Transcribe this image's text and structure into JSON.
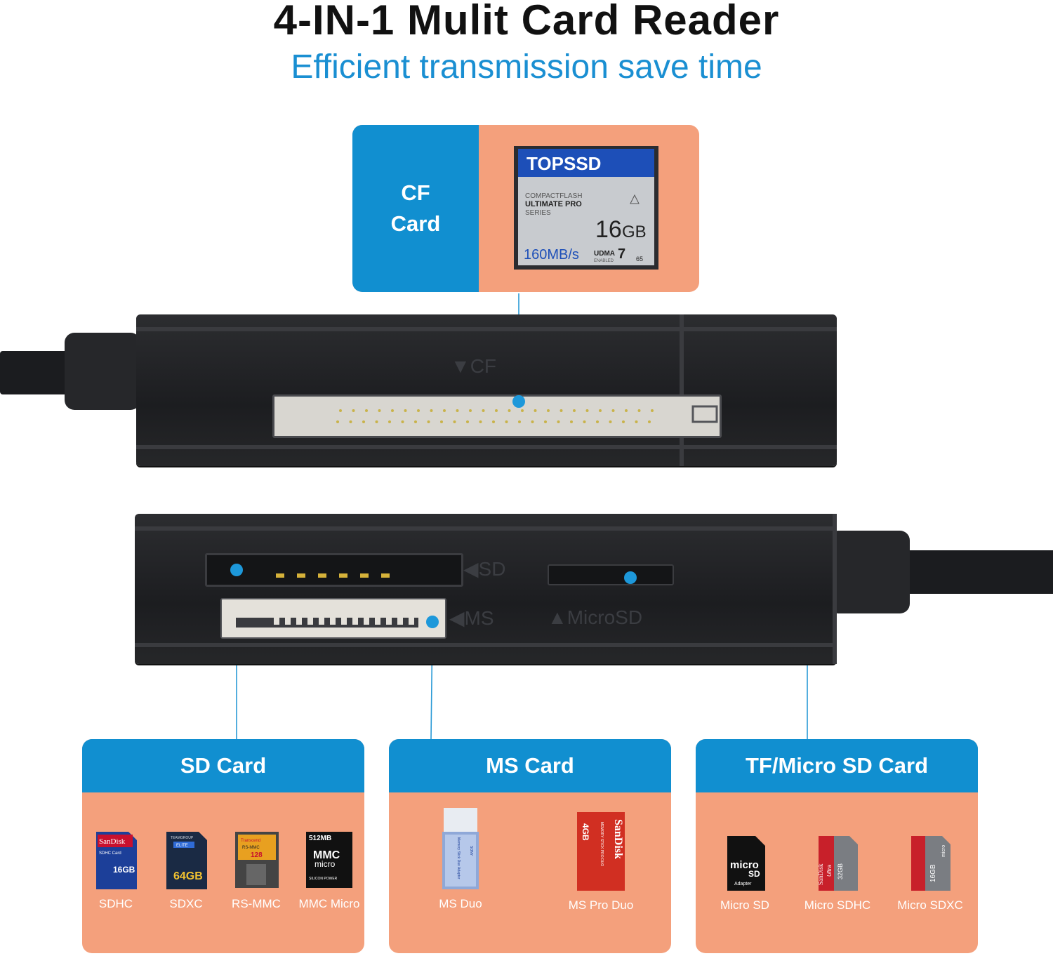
{
  "header": {
    "title": "4-IN-1 Mulit Card Reader",
    "subtitle": "Efficient transmission save time"
  },
  "cf_callout": {
    "label": "CF\nCard",
    "card": {
      "brand": "TOPSSD",
      "line1": "COMPACTFLASH",
      "line2": "ULTIMATE PRO",
      "line3": "SERIES",
      "capacity": "16",
      "capacity_unit": "GB",
      "speed": "160MB/s",
      "udma": "UDMA",
      "udma_num": "7",
      "udma_sub": "ENABLED",
      "vpg": "65"
    }
  },
  "device": {
    "cf_slot_label": "▼CF",
    "sd_slot_label": "◀SD",
    "ms_slot_label": "◀MS",
    "microsd_slot_label": "▲MicroSD"
  },
  "boxes": [
    {
      "title": "SD Card",
      "items": [
        {
          "label": "SDHC",
          "text": [
            "SanDisk",
            "SDHC Card",
            "16GB"
          ]
        },
        {
          "label": "SDXC",
          "text": [
            "TEAMGROUP",
            "ELITE",
            "64GB"
          ]
        },
        {
          "label": "RS-MMC",
          "text": [
            "Transcend",
            "RS-MMC",
            "128"
          ]
        },
        {
          "label": "MMC Micro",
          "text": [
            "512MB",
            "MMC",
            "micro",
            "SILICON POWER"
          ]
        }
      ]
    },
    {
      "title": "MS Card",
      "items": [
        {
          "label": "MS Duo",
          "text": [
            "SONY",
            "Memory Stick Duo Adaptor"
          ]
        },
        {
          "label": "MS Pro Duo",
          "text": [
            "SanDisk",
            "4GB",
            "MEMORY STICK PRO DUO"
          ]
        }
      ]
    },
    {
      "title": "TF/Micro SD Card",
      "items": [
        {
          "label": "Micro SD",
          "text": [
            "micro",
            "SD",
            "Adapter"
          ]
        },
        {
          "label": "Micro SDHC",
          "text": [
            "SanDisk",
            "Ultra",
            "32GB"
          ]
        },
        {
          "label": "Micro SDXC",
          "text": [
            "16GB",
            "micro"
          ]
        }
      ]
    }
  ],
  "colors": {
    "accent_blue": "#118fd0",
    "salmon": "#f4a07c",
    "device_body": "#222326"
  }
}
